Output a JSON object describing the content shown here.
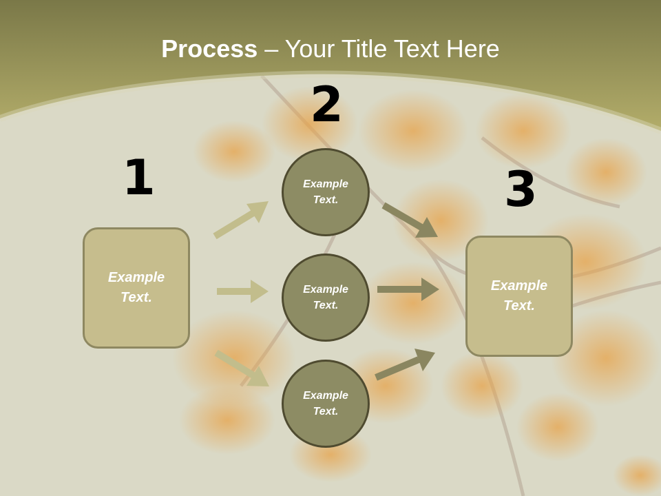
{
  "title": {
    "bold": "Process",
    "rest": " – Your Title Text Here"
  },
  "steps": [
    {
      "number": "1",
      "text": "Example Text."
    },
    {
      "number": "2",
      "items": [
        "Example Text.",
        "Example Text.",
        "Example Text."
      ]
    },
    {
      "number": "3",
      "text": "Example Text."
    }
  ],
  "colors": {
    "header": "#a9a462",
    "box_fill": "#c6bd8d",
    "circle_fill": "#8d8c64",
    "arrow_light": "#c2bd8c",
    "arrow_dark": "#8a8660"
  }
}
